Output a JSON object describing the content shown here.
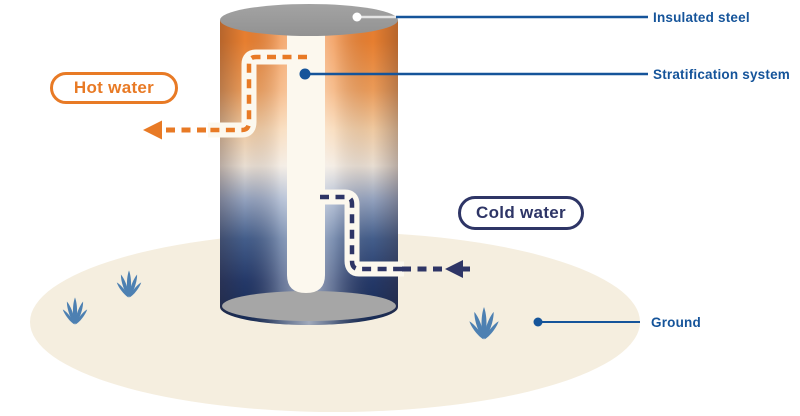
{
  "callouts": {
    "hot_water": "Hot water",
    "cold_water": "Cold water"
  },
  "annotations": {
    "insulated_steel": "Insulated steel",
    "stratification_system": "Stratification system",
    "ground": "Ground"
  },
  "colors": {
    "hot_orange": "#E87A25",
    "cold_navy": "#2E3566",
    "annotation_blue": "#15549A",
    "tank_warm_top": "#EE8230",
    "tank_cold_bottom": "#142A55",
    "steel_gray": "#9B9B9B",
    "floor_gray": "#A6A6A6",
    "ground_cream": "#F5EEDF",
    "pipe_cream": "#FCF8EE",
    "grass_blue": "#4D80B2"
  },
  "icons": {
    "grass": "grass-icon",
    "hot_flow_arrow": "arrow-left-icon",
    "cold_flow_arrow": "arrow-left-icon",
    "insulated_marker": "dot-marker-icon",
    "stratification_marker": "dot-marker-icon",
    "ground_marker": "dot-marker-icon"
  }
}
